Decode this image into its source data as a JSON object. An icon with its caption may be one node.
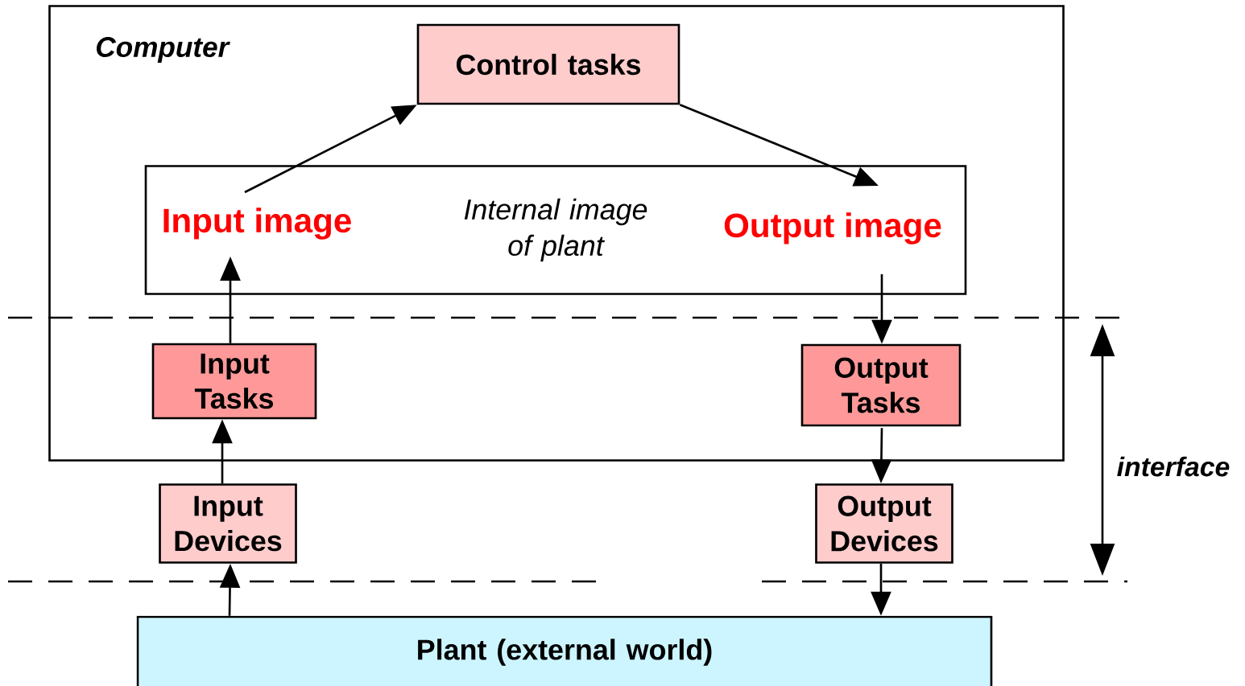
{
  "diagram": {
    "nodes": [
      {
        "text": [
          "Computer"
        ]
      },
      {
        "text": [
          "Control tasks"
        ],
        "in": 0
      },
      {
        "text": [
          "Internal image of plant"
        ],
        "in": 0
      },
      {
        "text": [
          "Input image"
        ],
        "in": 2
      },
      {
        "text": [
          "Output image"
        ],
        "in": 2
      },
      {
        "text": [
          "Input Tasks"
        ],
        "in": 0
      },
      {
        "text": [
          "Output Tasks"
        ],
        "in": 0
      },
      {
        "text": [
          "Input Devices"
        ]
      },
      {
        "text": [
          "Output Devices"
        ]
      },
      {
        "text": [
          "Plant (external world)"
        ]
      }
    ],
    "edges": [
      {
        "from": 3,
        "to": 1,
        "arrow": "to"
      },
      {
        "from": 1,
        "to": 4,
        "arrow": "to"
      },
      {
        "from": 5,
        "to": 3,
        "arrow": "to"
      },
      {
        "from": 4,
        "to": 6,
        "arrow": "to"
      },
      {
        "from": 6,
        "to": 8,
        "arrow": "to"
      },
      {
        "from": 7,
        "to": 5,
        "arrow": "to"
      },
      {
        "from": 9,
        "to": 7,
        "arrow": "to"
      },
      {
        "from": 8,
        "to": 9,
        "arrow": "to"
      }
    ],
    "labels": [
      "interface"
    ]
  }
}
